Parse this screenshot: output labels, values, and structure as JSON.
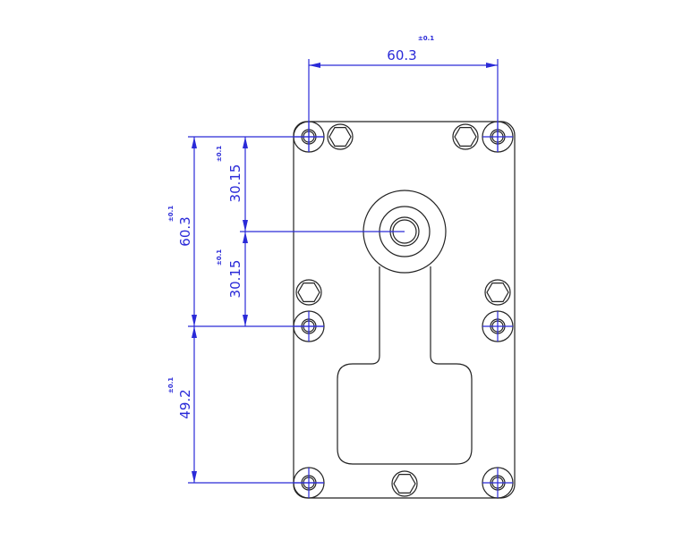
{
  "dimensions": {
    "top_width": {
      "value": "60.3",
      "tolerance": "±0.1"
    },
    "left_total": {
      "value": "60.3",
      "tolerance": "±0.1"
    },
    "upper_half": {
      "value": "30.15",
      "tolerance": "±0.1"
    },
    "lower_half": {
      "value": "30.15",
      "tolerance": "±0.1"
    },
    "bottom_span": {
      "value": "49.2",
      "tolerance": "±0.1"
    }
  },
  "colors": {
    "dimension": "#2a2ad8",
    "outline": "#222222"
  }
}
